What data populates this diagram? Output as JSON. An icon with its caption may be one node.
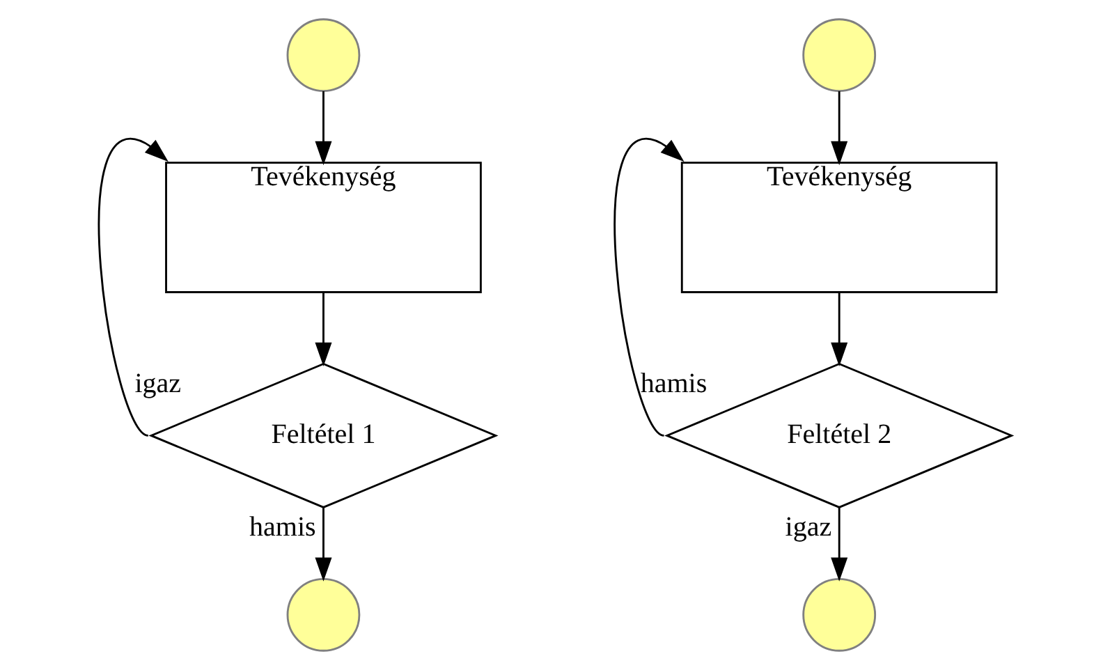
{
  "diagram": {
    "nodes": [
      {
        "text": [],
        "shape": "circle"
      },
      {
        "text": [
          "Tevékenység"
        ]
      },
      {
        "text": [
          "Feltétel 1"
        ]
      },
      {
        "text": [],
        "shape": "circle"
      },
      {
        "text": [],
        "shape": "circle"
      },
      {
        "text": [
          "Tevékenység"
        ]
      },
      {
        "text": [
          "Feltétel 2"
        ]
      },
      {
        "text": [],
        "shape": "circle"
      }
    ],
    "edges": [
      {
        "from": 0,
        "to": 1,
        "arrow": "to"
      },
      {
        "from": 1,
        "to": 2,
        "arrow": "to"
      },
      {
        "from": 2,
        "to": 1,
        "arrow": "to",
        "label": "igaz"
      },
      {
        "from": 2,
        "to": 3,
        "arrow": "to",
        "label": "hamis"
      },
      {
        "from": 4,
        "to": 5,
        "arrow": "to"
      },
      {
        "from": 5,
        "to": 6,
        "arrow": "to"
      },
      {
        "from": 6,
        "to": 5,
        "arrow": "to",
        "label": "hamis"
      },
      {
        "from": 6,
        "to": 7,
        "arrow": "to",
        "label": "igaz"
      }
    ]
  }
}
